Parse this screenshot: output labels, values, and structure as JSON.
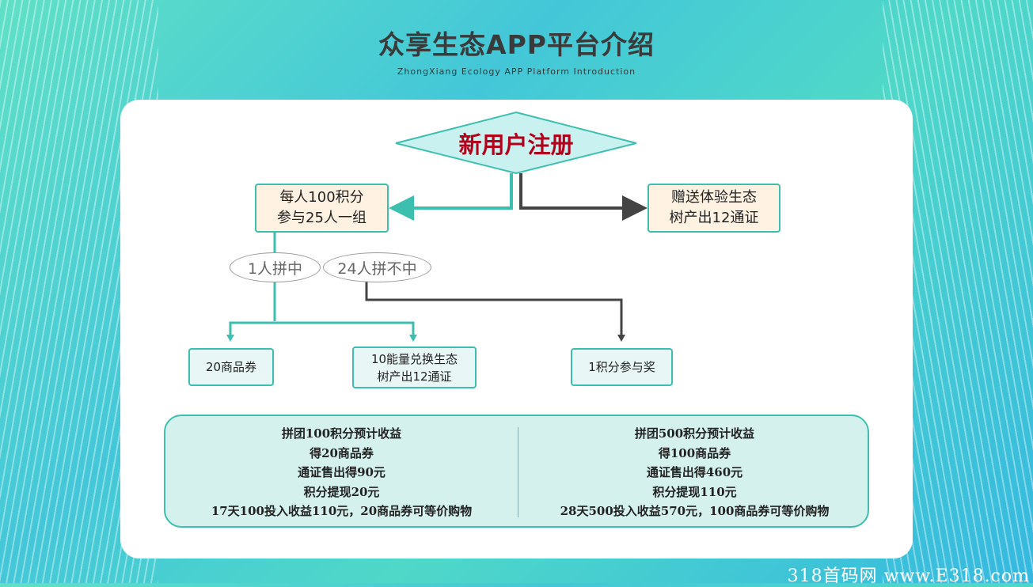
{
  "header": {
    "title": "众享生态APP平台介绍",
    "subtitle": "ZhongXiang Ecology APP Platform Introduction"
  },
  "flow": {
    "start": "新用户注册",
    "left_box": [
      "每人100积分",
      "参与25人一组"
    ],
    "right_box": [
      "赠送体验生态",
      "树产出12通证"
    ],
    "pill_win": "1人拼中",
    "pill_lose": "24人拼不中",
    "outcome_coupon": "20商品券",
    "outcome_exchange": [
      "10能量兑换生态",
      "树产出12通证"
    ],
    "outcome_prize": "1积分参与奖"
  },
  "summary": {
    "left": [
      "拼团100积分预计收益",
      "得20商品券",
      "通证售出得90元",
      "积分提现20元",
      "17天100投入收益110元，20商品券可等价购物"
    ],
    "right": [
      "拼团500积分预计收益",
      "得100商品券",
      "通证售出得460元",
      "积分提现110元",
      "28天500投入收益570元，100商品券可等价购物"
    ]
  },
  "watermark": "318首码网  www.E318.com",
  "colors": {
    "accent_teal": "#3dbfb0",
    "arrow_dark": "#444444",
    "highlight_red": "#b3001b",
    "box_fill": "#fff2e2",
    "summary_fill": "#d4f1ee"
  }
}
